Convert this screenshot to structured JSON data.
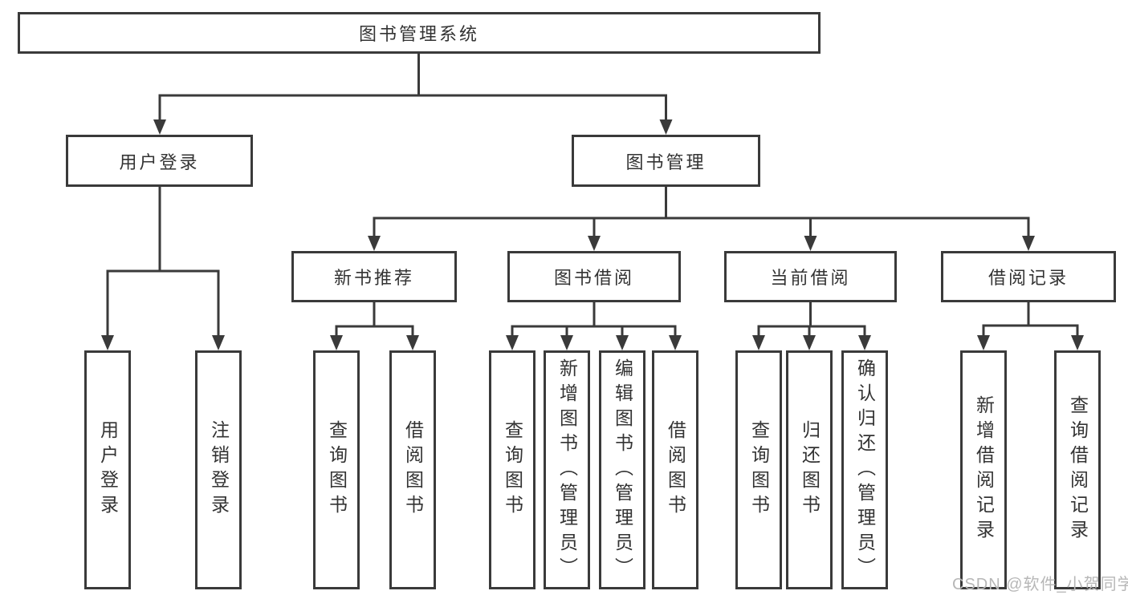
{
  "nodes": {
    "root": "图书管理系统",
    "user_login": "用户登录",
    "book_management": "图书管理",
    "new_book_recommend": "新书推荐",
    "book_borrow": "图书借阅",
    "current_borrow": "当前借阅",
    "borrow_record": "借阅记录",
    "leaf_user_login": "用户登录",
    "leaf_logout": "注销登录",
    "leaf_nb_query_book": "查询图书",
    "leaf_nb_borrow_book": "借阅图书",
    "leaf_bb_query_book": "查询图书",
    "leaf_bb_add_book": "新增图书（管理员）",
    "leaf_bb_edit_book": "编辑图书（管理员）",
    "leaf_bb_borrow_book": "借阅图书",
    "leaf_cb_query_book": "查询图书",
    "leaf_cb_return_book": "归还图书",
    "leaf_cb_confirm_return": "确认归还（管理员）",
    "leaf_br_add_record": "新增借阅记录",
    "leaf_br_query_record": "查询借阅记录"
  },
  "watermark": "CSDN @软件_小贺同学",
  "colors": {
    "line": "#3a3a3a",
    "box_border": "#3a3a3a",
    "text": "#333333",
    "watermark": "#b7b7b7",
    "background": "#ffffff"
  }
}
